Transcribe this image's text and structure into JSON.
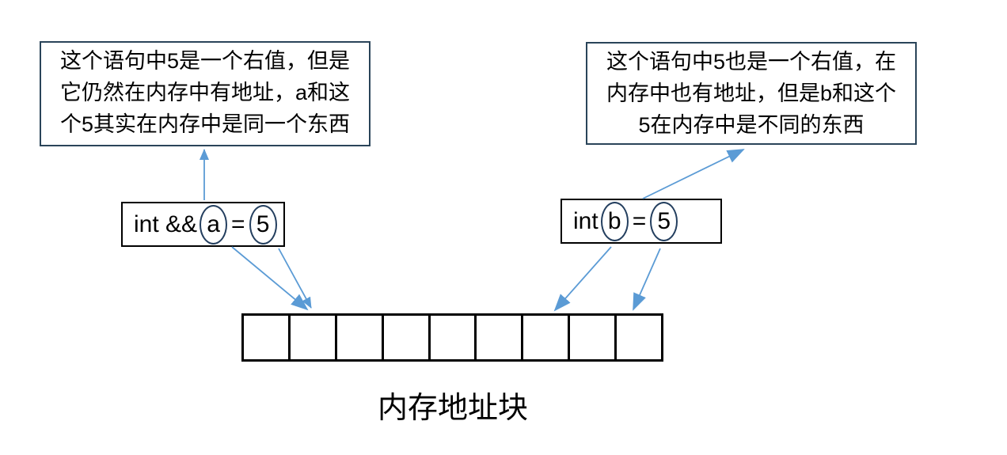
{
  "colors": {
    "arrow": "#5B9BD5",
    "callout_border": "#2A4459",
    "ellipse_stroke": "#243F5F",
    "code_border": "#000000",
    "memory_border": "#000000",
    "text": "#000000"
  },
  "left_callout": {
    "lines": [
      "这个语句中5是一个右值，但是",
      "它仍然在内存中有地址，a和这",
      "个5其实在内存中是同一个东西"
    ]
  },
  "right_callout": {
    "lines": [
      "这个语句中5也是一个右值，在",
      "内存中也有地址，但是b和这个",
      "5在内存中是不同的东西"
    ]
  },
  "left_code": {
    "keyword": "int &&",
    "variable": "a",
    "operator": "=",
    "value": "5"
  },
  "right_code": {
    "keyword": "int",
    "variable": "b",
    "operator": "=",
    "value": "5"
  },
  "memory": {
    "cell_count": 9,
    "label": "内存地址块"
  }
}
